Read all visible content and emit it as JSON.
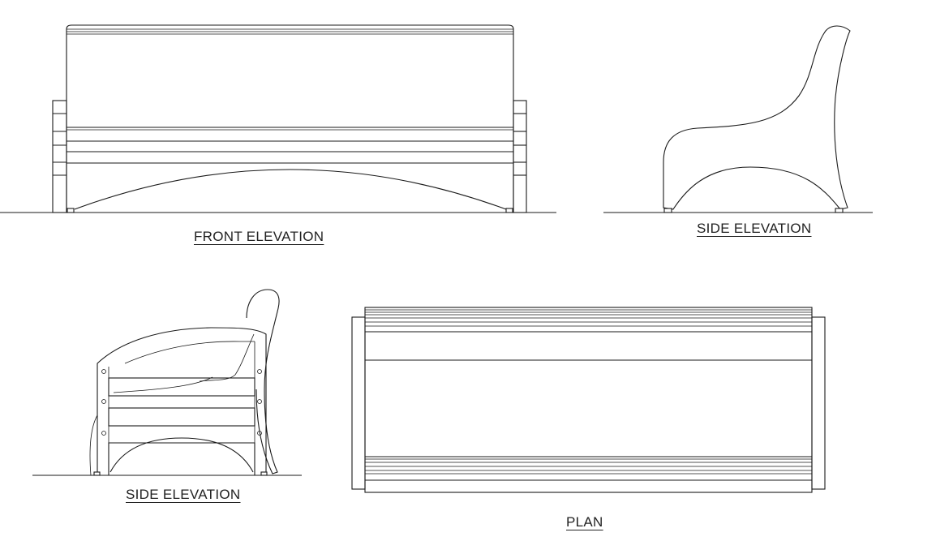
{
  "captions": {
    "front_elevation": "FRONT ELEVATION",
    "side_elevation_top": "SIDE ELEVATION",
    "side_elevation_bottom": "SIDE ELEVATION",
    "plan": "PLAN"
  },
  "colors": {
    "line": "#1a1a1a",
    "background": "#ffffff"
  }
}
